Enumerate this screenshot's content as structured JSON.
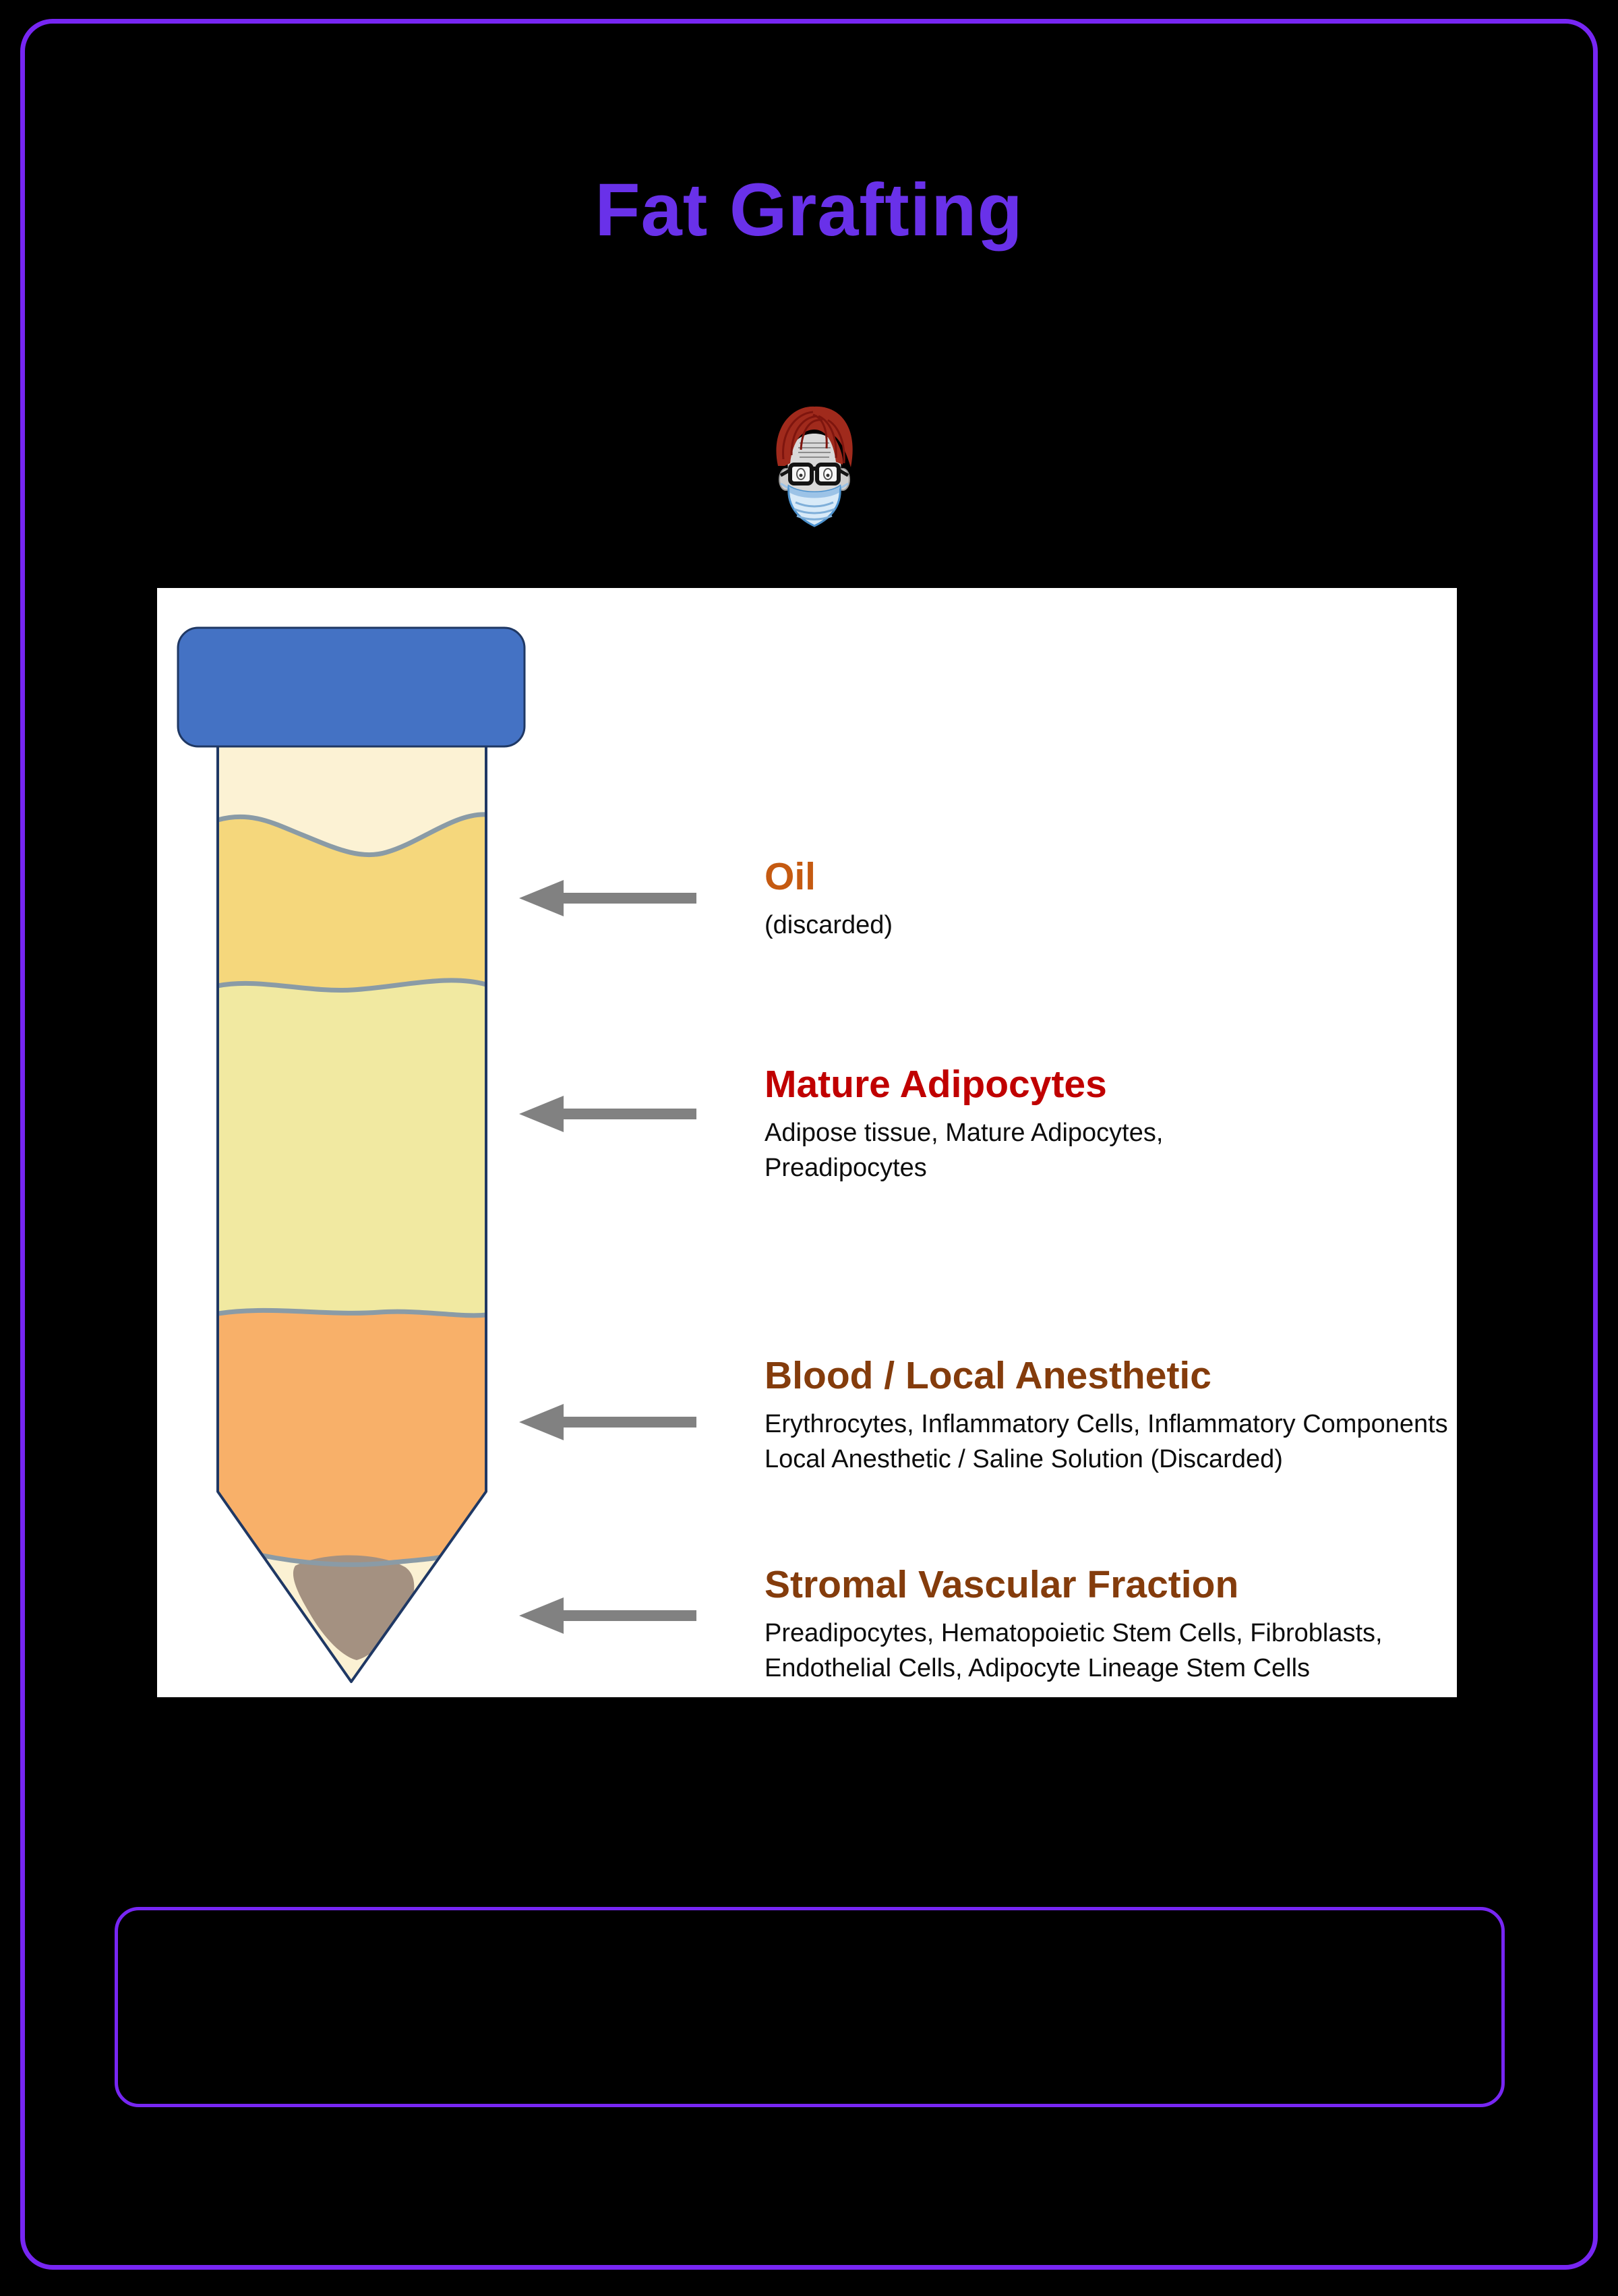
{
  "colors": {
    "frame-border": "#7726F3",
    "title": "#6931E9",
    "panel-bg": "#FFFFFF",
    "cap": "#4472C4",
    "tube-outline": "#1F3864",
    "layer-top": "#FCF2D4",
    "layer-oil": "#F5D77C",
    "layer-fat": "#F1E9A1",
    "layer-blood": "#F8B069",
    "layer-tip": "#FBF1D3",
    "layer-svf": "#A49181",
    "boundary-line": "#8A9BA6",
    "arrow": "#818181",
    "heading-oil": "#C55A11",
    "heading-mature": "#C00000",
    "heading-brown": "#843C0C",
    "body-text": "#0D0D0D"
  },
  "header": {
    "title": "Fat Grafting"
  },
  "icons": {
    "avatar": "masked-surgeon-face",
    "arrows": "left-pointing-gray-arrow"
  },
  "tube": {
    "cap_color": "#4472C4",
    "layers": [
      {
        "name": "Oil",
        "color": "#F5D77C"
      },
      {
        "name": "Mature Adipocytes",
        "color": "#F1E9A1"
      },
      {
        "name": "Blood / Local Anesthetic",
        "color": "#F8B069"
      },
      {
        "name": "Stromal Vascular Fraction",
        "color": "#A49181"
      }
    ]
  },
  "labels": {
    "oil": {
      "heading": "Oil",
      "line1": "(discarded)"
    },
    "mature": {
      "heading": "Mature Adipocytes",
      "line1": "Adipose tissue, Mature Adipocytes,",
      "line2": "Preadipocytes"
    },
    "blood": {
      "heading": "Blood / Local Anesthetic",
      "line1": "Erythrocytes, Inflammatory Cells, Inflammatory Components",
      "line2": "Local Anesthetic / Saline Solution (Discarded)"
    },
    "svf": {
      "heading": "Stromal Vascular Fraction",
      "line1": "Preadipocytes, Hematopoietic Stem Cells, Fibroblasts,",
      "line2": "Endothelial Cells, Adipocyte Lineage Stem Cells"
    }
  }
}
